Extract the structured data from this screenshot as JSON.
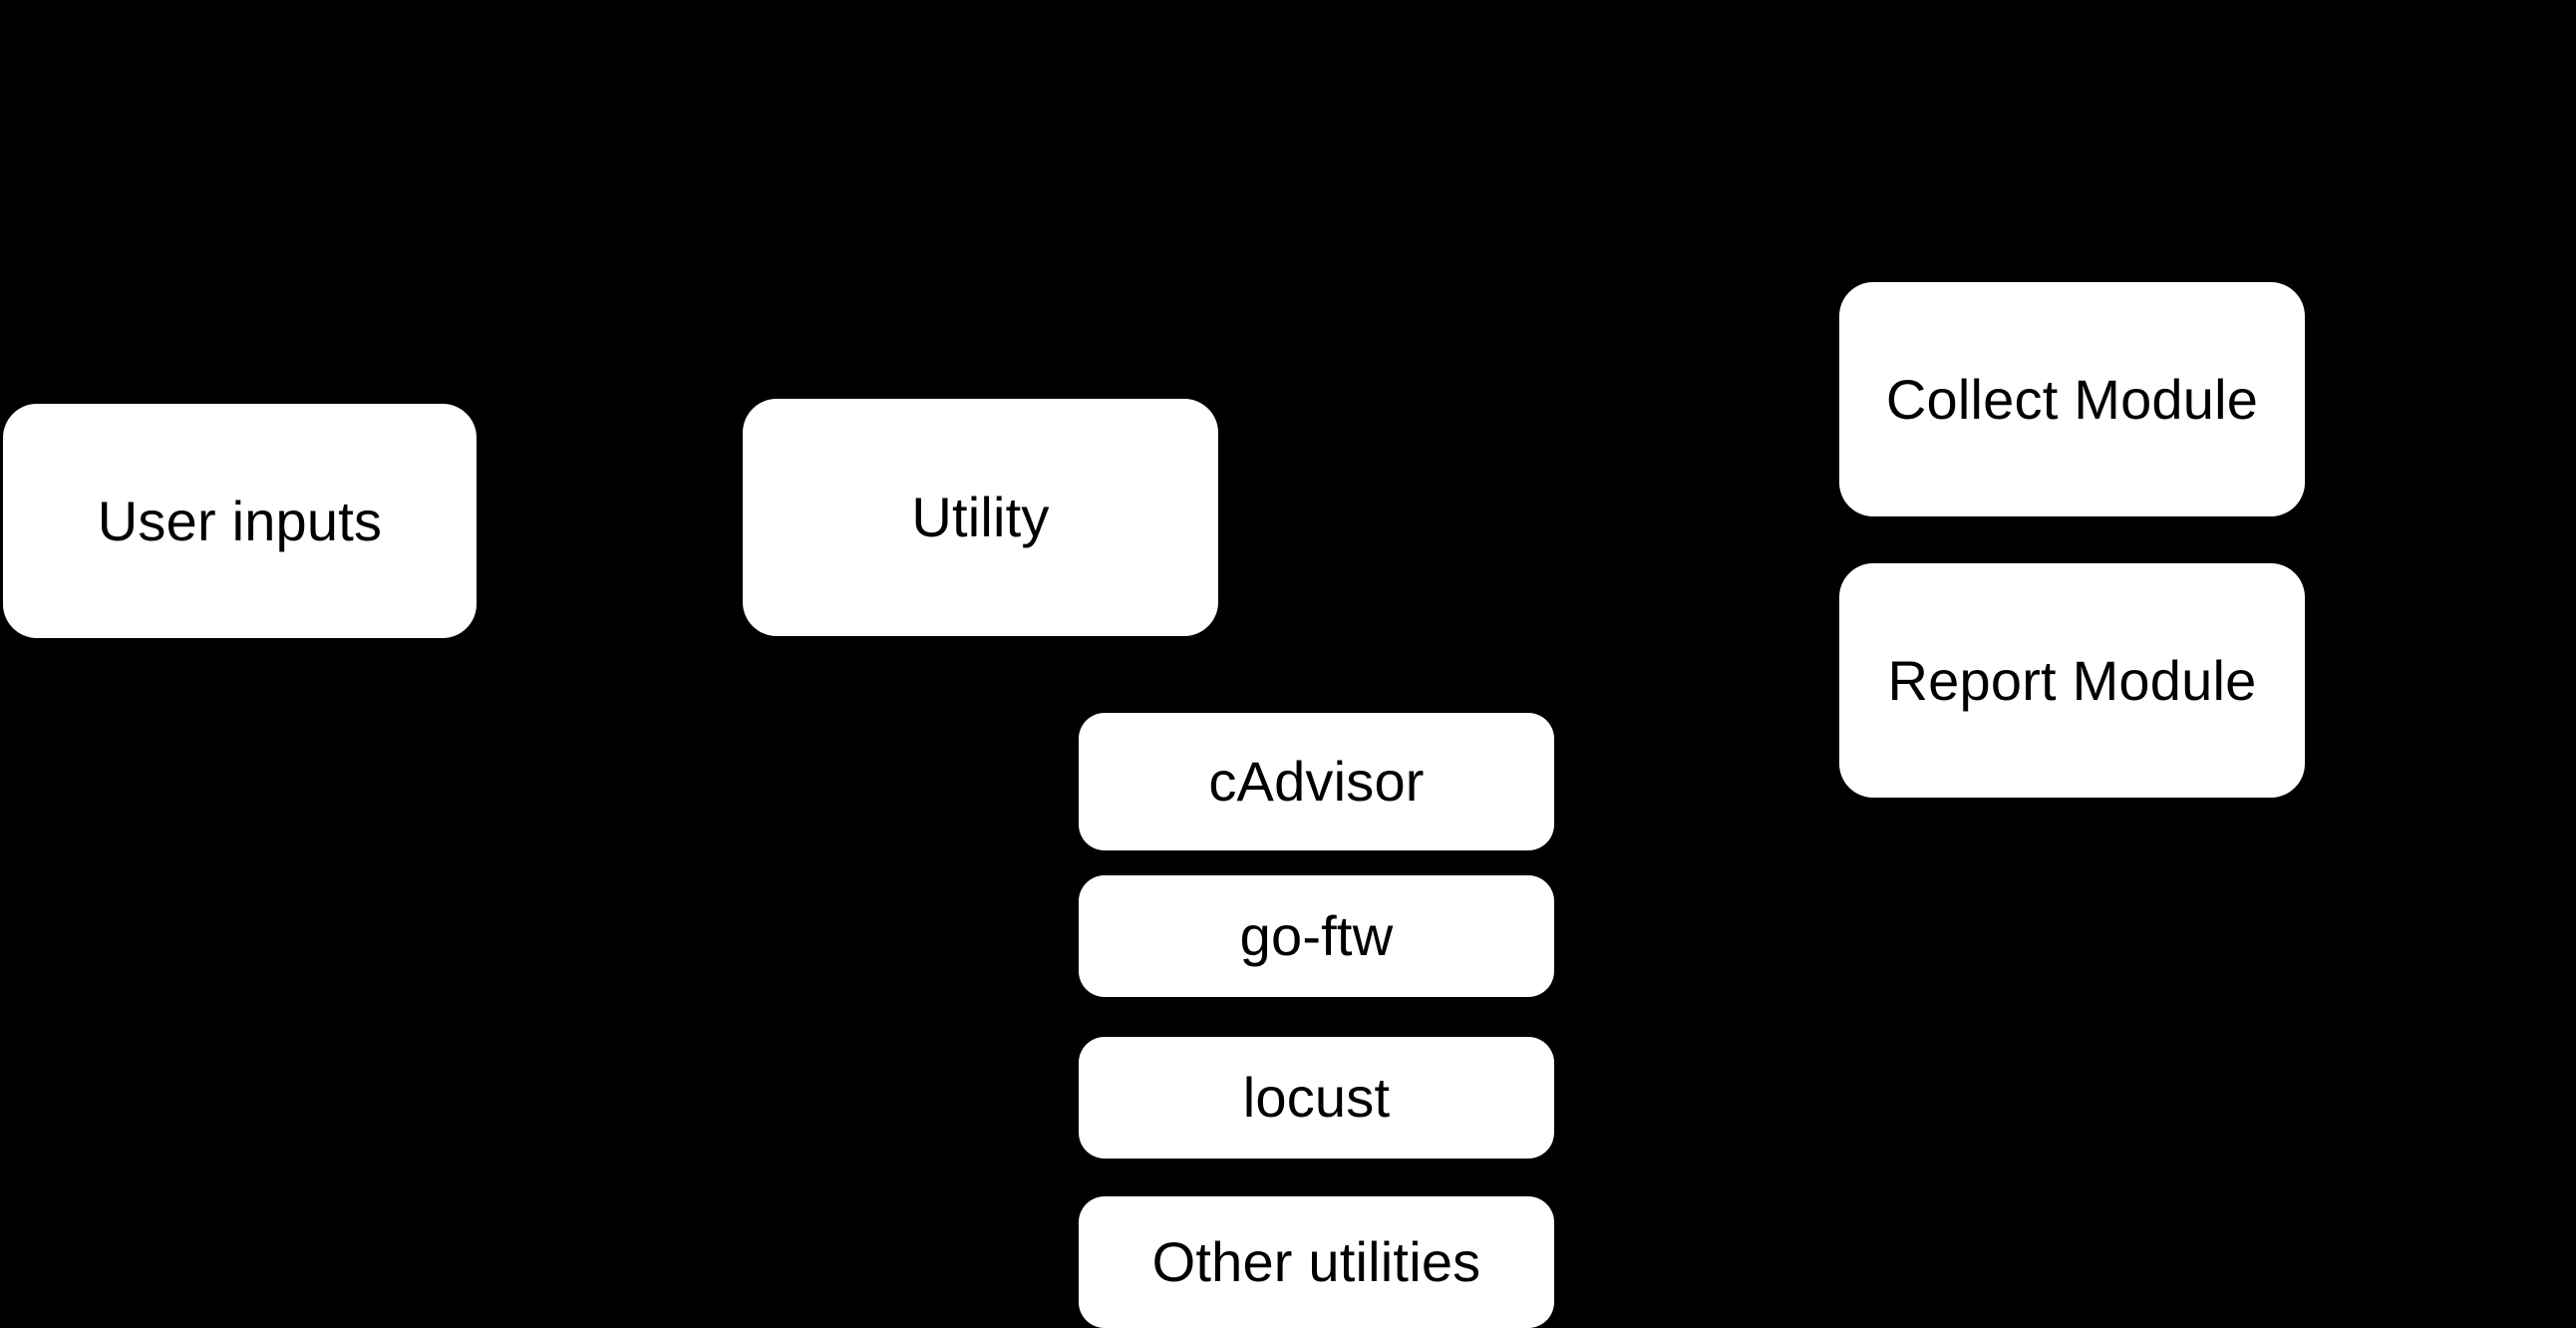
{
  "diagram": {
    "background_color": "#000000",
    "node_fill_color": "#ffffff",
    "node_text_color": "#000000",
    "nodes": [
      {
        "id": "user-inputs",
        "label": "User inputs"
      },
      {
        "id": "utility",
        "label": "Utility"
      },
      {
        "id": "collect",
        "label": "Collect Module"
      },
      {
        "id": "report",
        "label": "Report Module"
      },
      {
        "id": "cadvisor",
        "label": "cAdvisor"
      },
      {
        "id": "goftw",
        "label": "go-ftw"
      },
      {
        "id": "locust",
        "label": "locust"
      },
      {
        "id": "other",
        "label": "Other utilities"
      }
    ]
  }
}
